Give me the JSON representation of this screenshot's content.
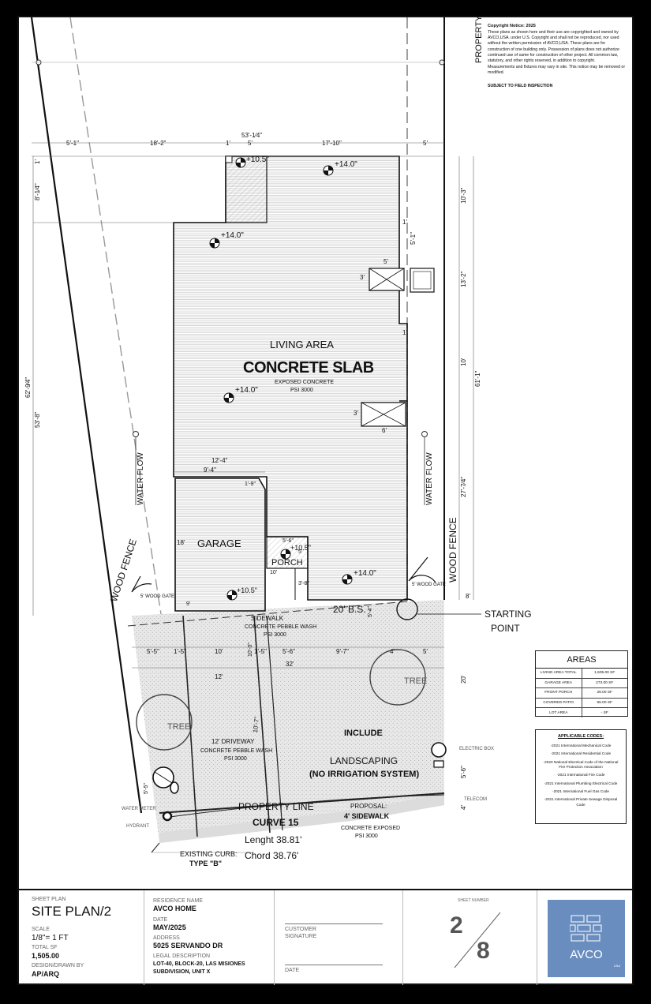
{
  "notice": {
    "title": "Copyright Notice: 2025",
    "body": "These plans as shown here and their use are copyrighted and owned by AVCO,USA. under U.S. Copyright and shall not be reproduced, nor used without the written permission of AVCO,USA. These plans are for construction of one building only. Possession of plans does not authorize continued use of same for construction of other project. All common law, statutory, and other rights reserved, in addition to copyright.",
    "body2": "Measurements and fixtures may vary in site. This notice may be removed or modified.",
    "subject": "SUBJECT TO FIELD INSPECTION"
  },
  "plan": {
    "property_label": "PROPERTY",
    "living_area": "LIVING AREA",
    "concrete_slab": "CONCRETE SLAB",
    "exposed_concrete": "EXPOSED CONCRETE",
    "psi": "PSI 3000",
    "garage": "GARAGE",
    "porch": "PORCH",
    "water_flow": "WATER FLOW",
    "wood_fence": "WOOD FENCE",
    "wood_gate": "5' WOOD GATE",
    "tree": "TREE",
    "bs": "20' B.S.",
    "starting_point": [
      "STARTING",
      "POINT"
    ],
    "sidewalk": "SIDEWALK",
    "concrete_pebble_wash": "CONCRETE PEBBLE WASH",
    "driveway": "12' DRIVEWAY",
    "include": "INCLUDE",
    "landscaping": "LANDSCAPING",
    "no_irrigation": "(NO IRRIGATION SYSTEM)",
    "electric_box": "ELECTRIC BOX",
    "telecom": "TELECOM",
    "water_meter": "WATER METER",
    "hydrant": "HYDRANT",
    "property_line": "PROPERTY LINE",
    "curve": "CURVE 15",
    "length": "Lenght 38.81'",
    "chord": "Chord 38.76'",
    "proposal": "PROPOSAL:",
    "sidewalk_4": "4' SIDEWALK",
    "concrete_exposed": "CONCRETE EXPOSED",
    "existing_curb": "EXISTING CURB:",
    "curb_type": "TYPE \"B\"",
    "elevations": {
      "e1": "+10.5\"",
      "e2": "+14.0\"",
      "e3": "+14.0\"",
      "e4": "+14.0\"",
      "e5": "+10.5\"",
      "e6": "+10.5\"",
      "e7": "+14.0\""
    },
    "dims": {
      "top_total": "53'-1⁄4\"",
      "d_5_1": "5'-1\"",
      "d_18_2": "18'-2\"",
      "d_1a": "1'",
      "d_5a": "5'",
      "d_17_10": "17'-10\"",
      "d_5b": "5'",
      "left_1": "1'",
      "left_8_1": "8'-1⁄4\"",
      "left_62_9": "62'-9⁄4\"",
      "left_53_8": "53'-8\"",
      "right_10_3": "10'-3\"",
      "right_1a": "1'",
      "right_5_1": "5'-1\"",
      "right_13_2": "13'-2\"",
      "right_1b": "1'",
      "right_10": "10'",
      "right_61_1": "61'-1\"",
      "right_27_7": "27'-7⁄4\"",
      "right_8": "8'",
      "win_5": "5'",
      "win_3a": "3'",
      "win_3b": "3'",
      "win_6": "6'",
      "gar_12_4": "12'-4\"",
      "gar_9_4": "9'-4\"",
      "gar_1_9": "1'-9\"",
      "gar_18": "18'",
      "gar_9": "9'",
      "por_5_6": "5'-6\"",
      "por_5": "5'",
      "por_10": "10'",
      "por_3_8": "3'-8\"",
      "sw_5_5": "5'-5\"",
      "sw_1_5a": "1'-5\"",
      "sw_10": "10'",
      "sw_1_5b": "1'-5\"",
      "sw_5_6": "5'-6\"",
      "sw_9_7": "9'-7\"",
      "sw_4": "4'",
      "sw_5": "5'",
      "sw_32": "32'",
      "sw_12": "12'",
      "sw_20": "20'",
      "sw_10_0": "10'-0\"",
      "sw_10_7": "10'-7\"",
      "sw_5_6b": "5'-6\"",
      "sw_4b": "4'",
      "sw_5_5b": "5'-5\"",
      "sw_5_4": "5'-4\""
    }
  },
  "areas": {
    "title": "AREAS",
    "rows": [
      {
        "label": "LIVING AREA TOTAL",
        "value": "1,505.00 SF"
      },
      {
        "label": "GARAGE AREA",
        "value": "273.00 SF"
      },
      {
        "label": "FRONT PORCH",
        "value": "28.00 SF"
      },
      {
        "label": "COVERED PATIO",
        "value": "55.00 SF"
      },
      {
        "label": "LOT AREA",
        "value": "- SF"
      }
    ]
  },
  "codes": {
    "title": "APPLICABLE CODES:",
    "items": [
      "-2021 International Mechanical Code",
      "-2021 International Residential Code",
      "-2020 National Electrical Code of the National Fire Protection Association",
      "-2021 International Fire Code",
      "-2021 International Plumbing Electrical Code",
      "-2021 International Fuel Gas Code",
      "-2021 International Private Sewage Disposal Code"
    ]
  },
  "titleblock": {
    "sheet_plan_label": "SHEET PLAN",
    "sheet_plan": "SITE PLAN/2",
    "scale_label": "SCALE",
    "scale": "1/8\"= 1 FT",
    "total_sf_label": "TOTAL SF",
    "total_sf": "1,505.00",
    "design_label": "DESIGN/DRAWN BY",
    "design": "AP/ARQ",
    "residence_label": "RESIDENCE NAME",
    "residence": "AVCO HOME",
    "date_label": "DATE",
    "date": "MAY/2025",
    "address_label": "ADDRESS",
    "address": "5025 SERVANDO DR",
    "legal_label": "LEGAL DESCRIPTION",
    "legal_1": "LOT-40, BLOCK-20, LAS MISIONES",
    "legal_2": "SUBDIVISION, UNIT X",
    "customer_label": "CUSTOMER",
    "signature_label": "SIGNATURE",
    "date2_label": "DATE",
    "sheet_number_label": "SHEET NUMBER",
    "sheet_number": "2",
    "sheet_total": "8",
    "logo_text": "AVCO",
    "logo_sub": "USA"
  }
}
